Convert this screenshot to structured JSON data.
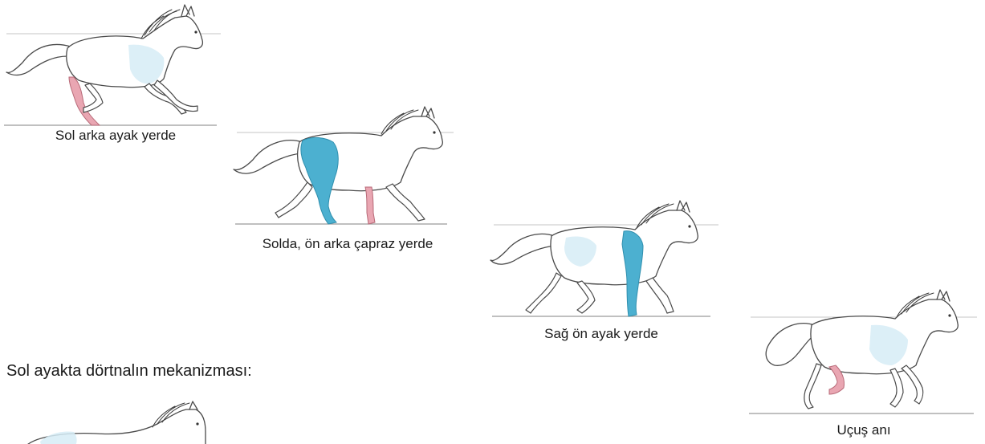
{
  "section_title": "Sol ayakta dörtnalın mekanizması:",
  "captions": {
    "horse1": "Sol arka ayak yerde",
    "horse2": "Solda, ön arka çapraz yerde",
    "horse3": "Sağ ön ayak yerde",
    "horse4": "Uçuş anı"
  },
  "colors": {
    "grounded_hind": "#e9a6b2",
    "grounded_fore": "#4cb0d0",
    "body_shade": "#d6ecf6"
  }
}
